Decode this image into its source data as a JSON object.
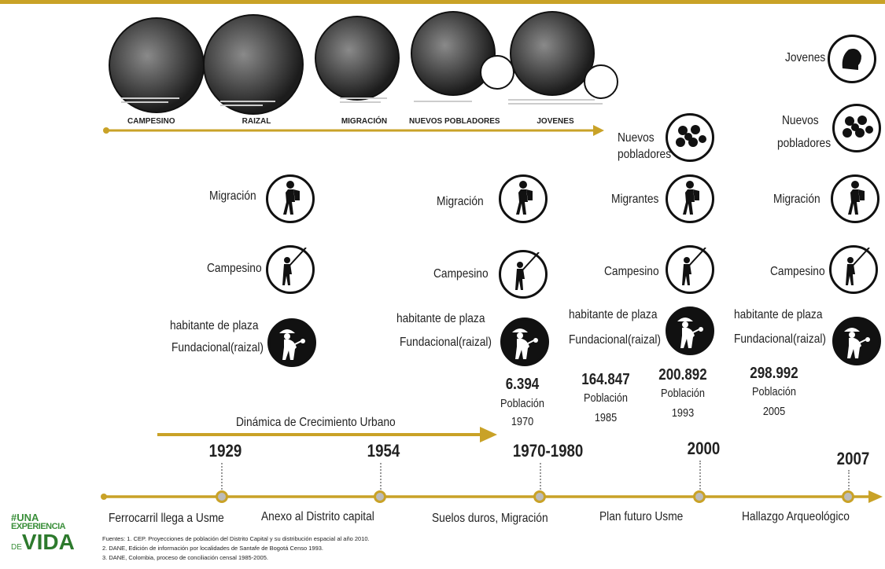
{
  "photo_strip": {
    "captions": [
      "CAMPESINO",
      "RAIZAL",
      "MIGRACIÓN",
      "NUEVOS POBLADORES",
      "JOVENES"
    ]
  },
  "columns": [
    {
      "id": "col1",
      "labels": {
        "migracion": "Migración",
        "campesino": "Campesino",
        "habitante_1": "habitante de plaza",
        "habitante_2": "Fundacional(raizal)"
      }
    },
    {
      "id": "col2",
      "labels": {
        "migracion": "Migración",
        "campesino": "Campesino",
        "habitante_1": "habitante de plaza",
        "habitante_2": "Fundacional(raizal)"
      },
      "population": {
        "value": "6.394",
        "label": "Población",
        "year": "1970"
      }
    },
    {
      "id": "col3",
      "labels": {
        "nuevos_1": "Nuevos",
        "nuevos_2": "pobladores",
        "migracion": "Migrantes",
        "campesino": "Campesino",
        "habitante_1": "habitante de plaza",
        "habitante_2": "Fundacional(raizal)"
      },
      "population_a": {
        "value": "164.847",
        "label": "Población",
        "year": "1985"
      },
      "population_b": {
        "value": "200.892",
        "label": "Población",
        "year": "1993"
      }
    },
    {
      "id": "col4",
      "labels": {
        "jovenes": "Jovenes",
        "nuevos_1": "Nuevos",
        "nuevos_2": "pobladores",
        "migracion": "Migración",
        "campesino": "Campesino",
        "habitante_1": "habitante de plaza",
        "habitante_2": "Fundacional(raizal)"
      },
      "population": {
        "value": "298.992",
        "label": "Población",
        "year": "2005"
      }
    }
  ],
  "growth_arrow": {
    "label": "Dinámica de Crecimiento Urbano"
  },
  "timeline": {
    "years": [
      "1929",
      "1954",
      "1970-1980",
      "2000",
      "2007"
    ],
    "events": [
      "Ferrocarril llega a Usme",
      "Anexo al Distrito capital",
      "Suelos duros, Migración",
      "Plan futuro Usme",
      "Hallazgo Arqueológico"
    ]
  },
  "sources": [
    "Fuentes: 1.  CEP. Proyecciones de población del Distrito Capital y su distribución espacial al año 2010.",
    "2. DANE, Edición de información por localidades de Santafe de Bogotá Censo 1993.",
    "3. DANE, Colombia, proceso de conciliación censal 1985-2005."
  ],
  "logo": {
    "hash": "#UNA",
    "line2": "EXPERIENCIA",
    "line3a": "DE",
    "line3b": "VIDA"
  },
  "colors": {
    "gold": "#c9a227",
    "green": "#3a8f3a",
    "black": "#111111"
  }
}
